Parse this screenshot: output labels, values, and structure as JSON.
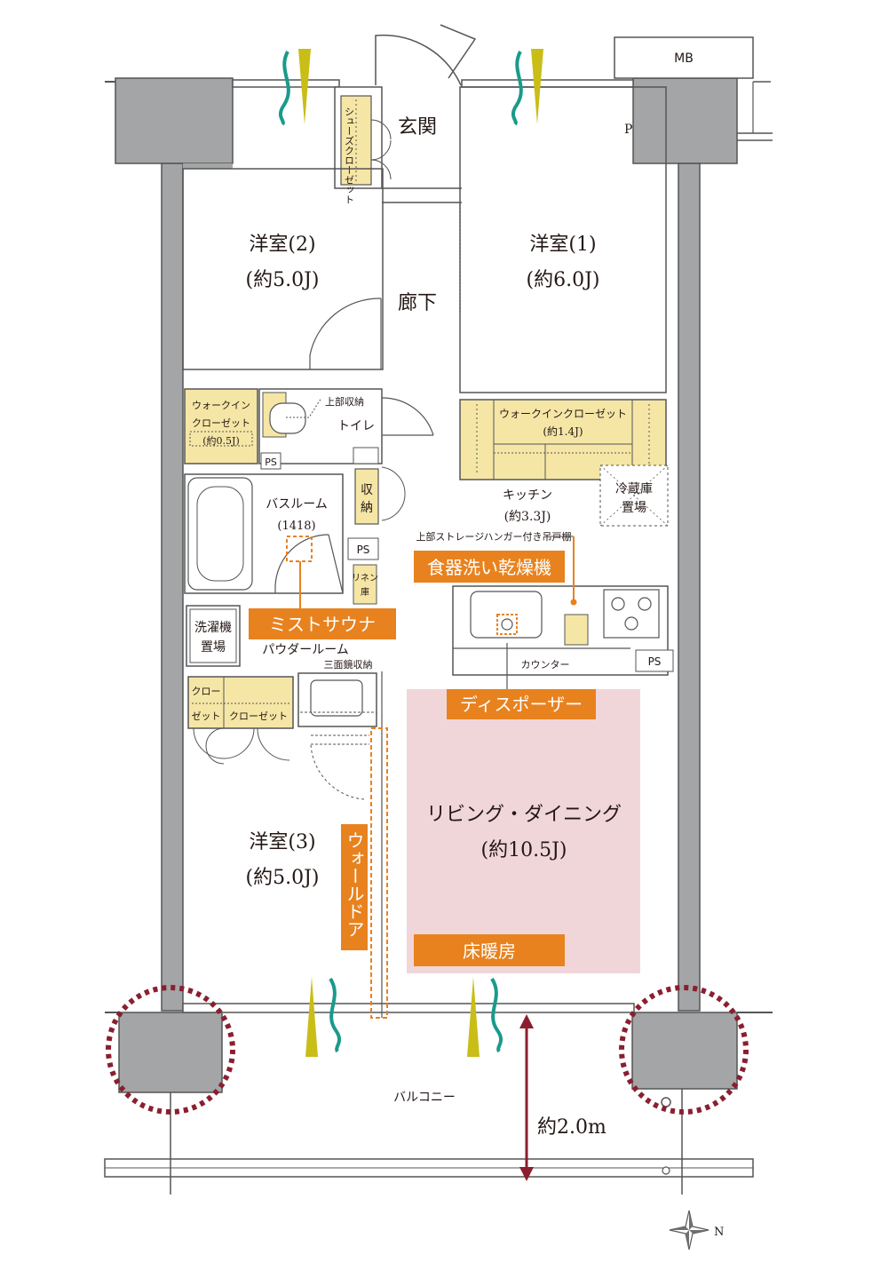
{
  "labels": {
    "mb": "MB",
    "p": "P",
    "ps_toilet": "PS",
    "ps_bath": "PS",
    "ps_counter": "PS",
    "genkan": "玄関",
    "shoes_closet": "シューズクローゼット",
    "room2_name": "洋室(2)",
    "room2_size": "(約5.0J)",
    "room1_name": "洋室(1)",
    "room1_size": "(約6.0J)",
    "corridor": "廊下",
    "wic_small_1": "ウォークイン",
    "wic_small_2": "クローゼット",
    "wic_small_3": "(約0.5J)",
    "upper_storage": "上部収納",
    "toilet": "トイレ",
    "wic_large_1": "ウォークインクローゼット",
    "wic_large_2": "(約1.4J)",
    "fridge_1": "冷蔵庫",
    "fridge_2": "置場",
    "storage_1": "収",
    "storage_2": "納",
    "bathroom": "バスルーム",
    "bath_size": "(1418)",
    "kitchen": "キッチン",
    "kitchen_size": "(約3.3J)",
    "upper_hanger": "上部ストレージハンガー付き吊戸棚",
    "linen_1": "リネン",
    "linen_2": "庫",
    "washer_1": "洗濯機",
    "washer_2": "置場",
    "powder_room": "パウダールーム",
    "mirror_storage": "三面鏡収納",
    "counter": "カウンター",
    "closet_a_1": "クロー",
    "closet_a_2": "ゼット",
    "closet_b": "クローゼット",
    "living": "リビング・ダイニング",
    "living_size": "(約10.5J)",
    "room3_name": "洋室(3)",
    "room3_size": "(約5.0J)",
    "balcony": "バルコニー",
    "balcony_depth": "約2.0m",
    "compass_n": "N"
  },
  "callouts": {
    "dishwasher": "食器洗い乾燥機",
    "mist_sauna": "ミストサウナ",
    "disposer": "ディスポーザー",
    "wall_door": "ウォールドア",
    "floor_heating": "床暖房"
  },
  "colors": {
    "wall": "#6f7072",
    "pillar": "#a3a5a6",
    "closet_fill": "#f5e6a6",
    "callout_orange": "#e8821e",
    "living_pink": "#f1d6d9",
    "vent_teal": "#1a9a8a",
    "vent_yellow": "#c9bd17",
    "maroon": "#8a1f2f"
  }
}
